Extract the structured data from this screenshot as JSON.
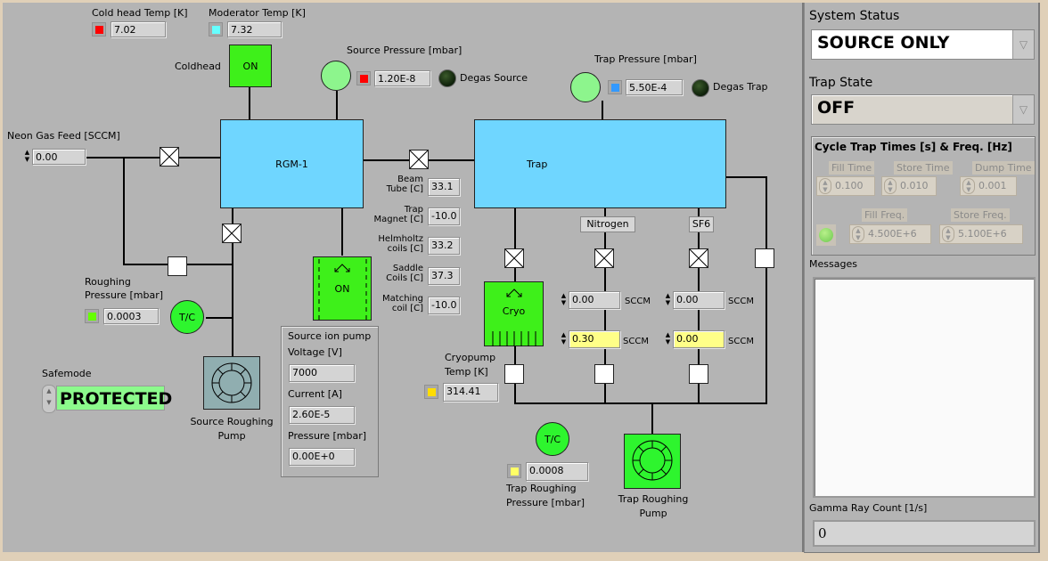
{
  "main": {
    "cold_head_temp": {
      "label": "Cold head Temp [K]",
      "value": "7.02",
      "led_color": "#ff0000"
    },
    "moderator_temp": {
      "label": "Moderator Temp [K]",
      "value": "7.32",
      "led_color": "#66ffff"
    },
    "coldhead": {
      "label": "Coldhead",
      "button": "ON"
    },
    "source_pressure": {
      "label": "Source Pressure [mbar]",
      "value": "1.20E-8",
      "led_color": "#ff0000",
      "degas_label": "Degas Source"
    },
    "trap_pressure": {
      "label": "Trap Pressure [mbar]",
      "value": "5.50E-4",
      "led_color": "#3399ff",
      "degas_label": "Degas Trap"
    },
    "neon_feed": {
      "label": "Neon Gas Feed [SCCM]",
      "value": "0.00"
    },
    "rgm1_label": "RGM-1",
    "trap_label": "Trap",
    "temps": [
      {
        "label1": "Beam",
        "label2": "Tube [C]",
        "value": "33.1"
      },
      {
        "label1": "Trap",
        "label2": "Magnet [C]",
        "value": "-10.0"
      },
      {
        "label1": "Helmholtz",
        "label2": "coils [C]",
        "value": "33.2"
      },
      {
        "label1": "Saddle",
        "label2": "Coils [C]",
        "value": "37.3"
      },
      {
        "label1": "Matching",
        "label2": "coil [C]",
        "value": "-10.0"
      }
    ],
    "ion_pump_button": "ON",
    "roughing_pressure": {
      "label1": "Roughing",
      "label2": "Pressure [mbar]",
      "value": "0.0003",
      "led_color": "#66ff00"
    },
    "tc_label": "T/C",
    "safemode": {
      "label": "Safemode",
      "value": "PROTECTED"
    },
    "source_roughing_pump": {
      "label1": "Source Roughing",
      "label2": "Pump"
    },
    "ion_pump_panel": {
      "title": "Source ion pump",
      "voltage_label": "Voltage [V]",
      "voltage": "7000",
      "current_label": "Current [A]",
      "current": "2.60E-5",
      "pressure_label": "Pressure [mbar]",
      "pressure": "0.00E+0"
    },
    "cryo": {
      "label": "Cryo",
      "temp_label1": "Cryopump",
      "temp_label2": "Temp [K]",
      "temp": "314.41",
      "led_color": "#ffdd00"
    },
    "nitrogen": {
      "label": "Nitrogen",
      "setpoint": "0.00",
      "actual": "0.30",
      "unit": "SCCM"
    },
    "sf6": {
      "label": "SF6",
      "setpoint": "0.00",
      "actual": "0.00",
      "unit": "SCCM"
    },
    "trap_roughing_pressure": {
      "value": "0.0008",
      "label1": "Trap Roughing",
      "label2": "Pressure [mbar]",
      "led_color": "#ffff66"
    },
    "trap_roughing_pump": {
      "label1": "Trap Roughing",
      "label2": "Pump"
    }
  },
  "side": {
    "system_status": {
      "label": "System Status",
      "value": "SOURCE ONLY"
    },
    "trap_state": {
      "label": "Trap State",
      "value": "OFF"
    },
    "cycle": {
      "title": "Cycle Trap Times [s] & Freq. [Hz]",
      "fill_time": {
        "label": "Fill Time",
        "value": "0.100"
      },
      "store_time": {
        "label": "Store Time",
        "value": "0.010"
      },
      "dump_time": {
        "label": "Dump Time",
        "value": "0.001"
      },
      "fill_freq": {
        "label": "Fill Freq.",
        "value": "4.500E+6"
      },
      "store_freq": {
        "label": "Store Freq.",
        "value": "5.100E+6"
      }
    },
    "messages_label": "Messages",
    "messages_text": "",
    "gamma": {
      "label": "Gamma Ray Count [1/s]",
      "value": "0"
    }
  }
}
